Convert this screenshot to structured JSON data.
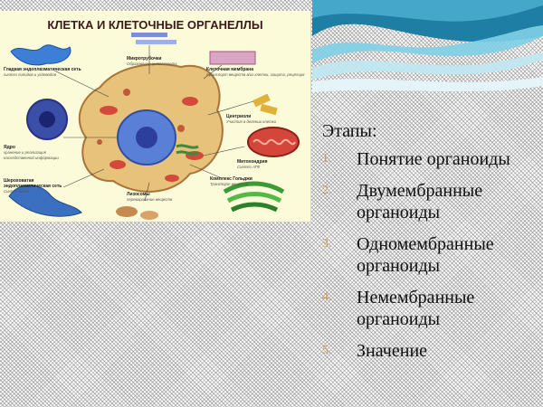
{
  "poster": {
    "title": "КЛЕТКА И КЛЕТОЧНЫЕ ОРГАНЕЛЛЫ",
    "labels": {
      "er_smooth": "Гладкая эндоплазматическая сеть",
      "er_smooth_desc": "синтез липидов и углеводов",
      "microtubules": "Микротрубочки",
      "microtubules_desc": "Образование цитоскелета",
      "membrane": "Клеточная мембрана",
      "membrane_desc": "транспорт веществ в/из клетки, защита, рецепция",
      "centrioles": "Центриоли",
      "centrioles_desc": "Участие в делении клетки",
      "nucleus": "Ядро",
      "nucleus_desc": "хранение и реализация наследственной информации",
      "mitochondria": "Митохондрия",
      "mitochondria_desc": "Синтез АТФ",
      "er_rough": "Шероховатая эндоплазматическая сеть",
      "er_rough_desc": "Синтез белка",
      "golgi": "Комплекс Гольджи",
      "golgi_desc": "Транспорт веществ",
      "lysosomes": "Лизосомы",
      "lysosomes_desc": "переваривание веществ"
    }
  },
  "content": {
    "heading": "Этапы:",
    "items": [
      {
        "num": "1.",
        "text": "Понятие органоиды"
      },
      {
        "num": "2.",
        "text": "Двумембранные органоиды"
      },
      {
        "num": "3.",
        "text": "Одномембранные органоиды"
      },
      {
        "num": "4.",
        "text": "Немембранные органоиды"
      },
      {
        "num": "5.",
        "text": "Значение"
      }
    ]
  },
  "colors": {
    "wave_dark": "#1f7ea3",
    "wave_light": "#7fd0e6",
    "number": "#c89a5a",
    "poster_bg": "#fbfbd9"
  }
}
